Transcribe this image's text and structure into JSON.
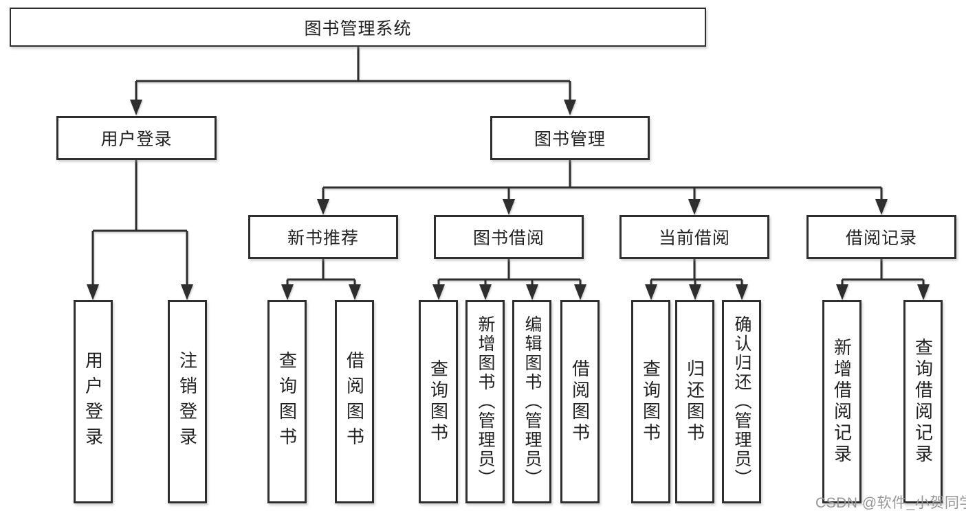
{
  "diagram": {
    "title": "图书管理系统",
    "level2": {
      "login": "用户登录",
      "mgmt": "图书管理"
    },
    "level3": {
      "recommend": "新书推荐",
      "borrow": "图书借阅",
      "current": "当前借阅",
      "records": "借阅记录"
    },
    "leaves": {
      "login": [
        "用户登录",
        "注销登录"
      ],
      "recommend": [
        "查询图书",
        "借阅图书"
      ],
      "borrow": [
        "查询图书",
        "新增图书（管理员）",
        "编辑图书（管理员）",
        "借阅图书"
      ],
      "current": [
        "查询图书",
        "归还图书",
        "确认归还（管理员）"
      ],
      "records": [
        "新增借阅记录",
        "查询借阅记录"
      ]
    },
    "watermark": "CSDN @软件_小贺同学",
    "colors": {
      "line": "#2e2e2e",
      "text": "#222222",
      "watermark_gray": "#969696",
      "background": "#ffffff"
    }
  }
}
